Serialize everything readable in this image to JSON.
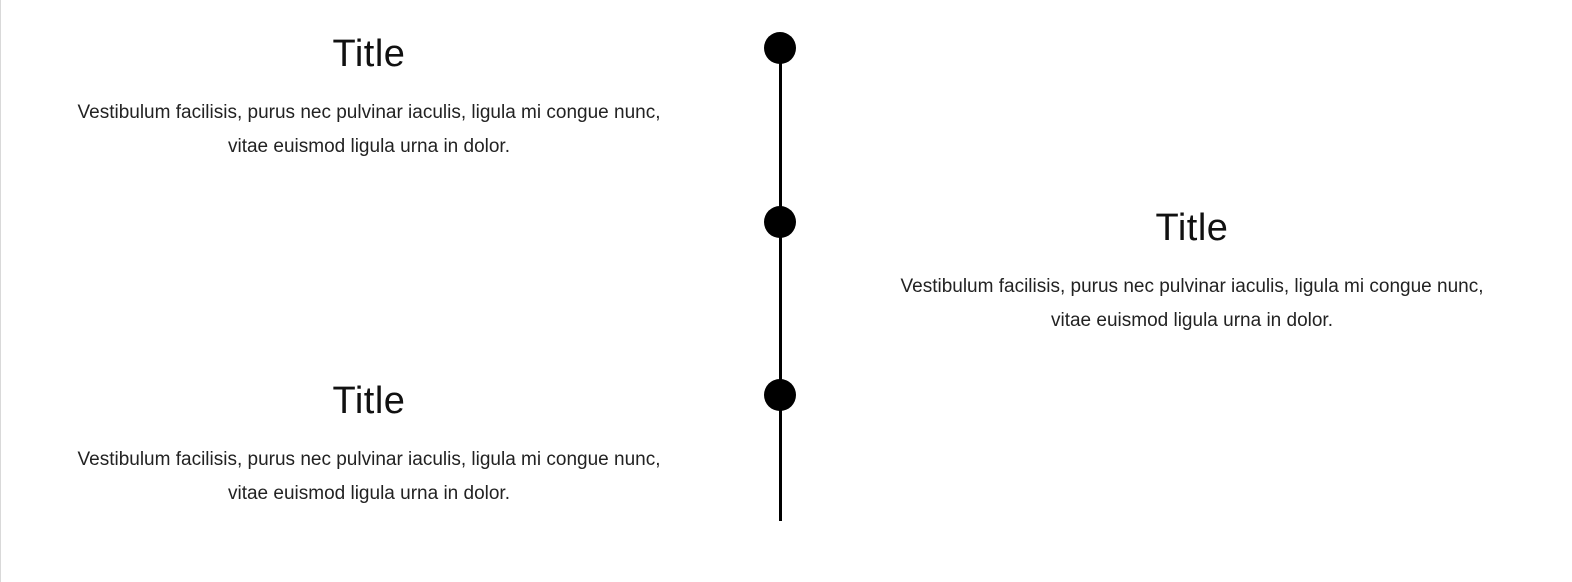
{
  "timeline": {
    "items": [
      {
        "title": "Title",
        "text_line1": "Vestibulum facilisis, purus nec pulvinar iaculis, ligula mi congue nunc,",
        "text_line2": "vitae euismod ligula urna in dolor.",
        "side": "left"
      },
      {
        "title": "Title",
        "text_line1": "Vestibulum facilisis, purus nec pulvinar iaculis, ligula mi congue nunc,",
        "text_line2": "vitae euismod ligula urna in dolor.",
        "side": "right"
      },
      {
        "title": "Title",
        "text_line1": "Vestibulum facilisis, purus nec pulvinar iaculis, ligula mi congue nunc,",
        "text_line2": "vitae euismod ligula urna in dolor.",
        "side": "left"
      }
    ],
    "colors": {
      "line": "#000000",
      "dot": "#000000",
      "text": "#222222"
    }
  }
}
